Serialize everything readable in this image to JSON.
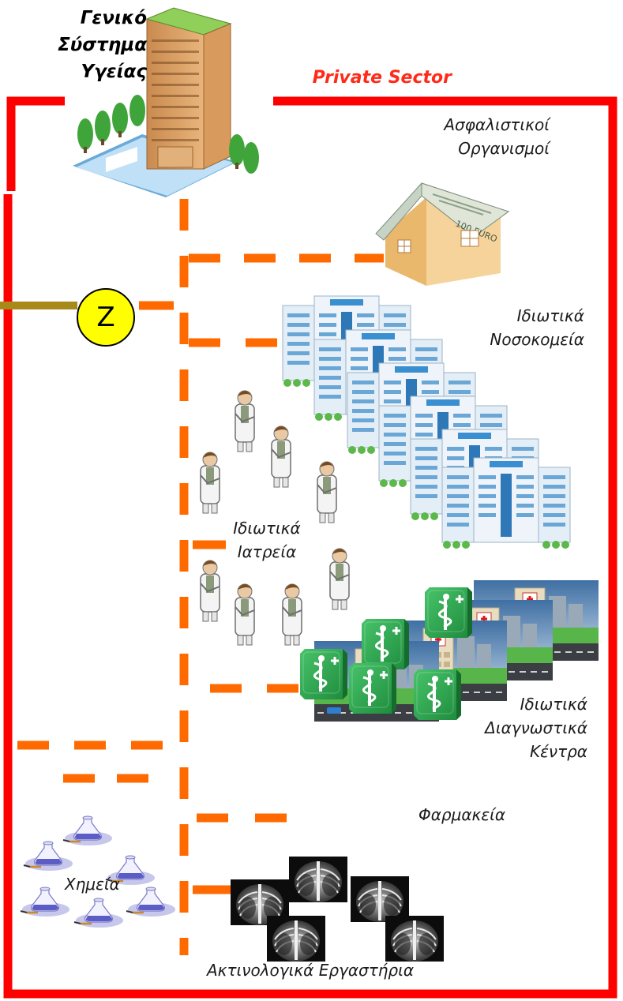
{
  "public_system": {
    "title_lines": [
      "Γενικό",
      "Σύστημα",
      "Υγείας"
    ]
  },
  "private_sector": {
    "title": "Private Sector",
    "border_color": "#ff0000"
  },
  "connector": {
    "node_label": "Z",
    "node_color": "#ffff00",
    "line_color": "#a88a1a",
    "dash_color": "#ff6a00"
  },
  "entities": {
    "insurance": {
      "lines": [
        "Ασφαλιστικοί",
        "Οργανισμοί"
      ],
      "icon": "money-house-icon"
    },
    "hospitals": {
      "lines": [
        "Ιδιωτικά",
        "Νοσοκομεία"
      ],
      "icon": "hospital-building-icon"
    },
    "clinics": {
      "lines": [
        "Ιδιωτικά",
        "Ιατρεία"
      ],
      "icon": "doctor-icon"
    },
    "diagnostic_centers": {
      "lines": [
        "Ιδιωτικά",
        "Διαγνωστικά",
        "Κέντρα"
      ],
      "icon": "clinic-street-icon"
    },
    "pharmacies": {
      "label": "Φαρμακεία",
      "icon": "pharmacy-caduceus-icon"
    },
    "chemistry_labs": {
      "label": "Χημεία",
      "icon": "lab-flask-icon"
    },
    "radiology_labs": {
      "label": "Ακτινολογικά Εργαστήρια",
      "icon": "xray-icon"
    }
  }
}
